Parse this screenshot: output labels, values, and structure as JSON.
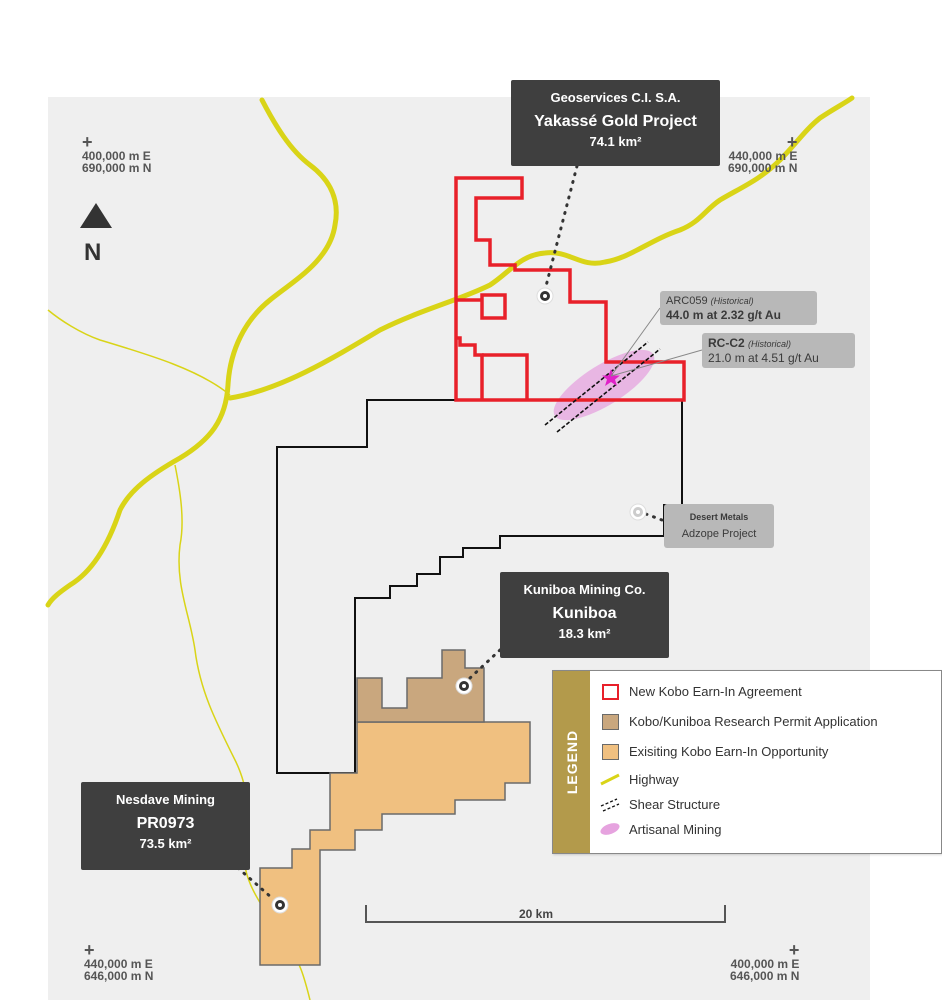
{
  "north": {
    "label": "N"
  },
  "coords": {
    "top_left": [
      "400,000 m E",
      "690,000 m N"
    ],
    "top_right": [
      "440,000 m E",
      "690,000 m N"
    ],
    "bottom_left": [
      "440,000 m E",
      "646,000 m N"
    ],
    "bottom_right": [
      "400,000 m E",
      "646,000 m N"
    ]
  },
  "callouts": {
    "yakasse": {
      "company": "Geoservices C.I. S.A.",
      "name": "Yakassé Gold Project",
      "area": "74.1 km²"
    },
    "kuniboa": {
      "company": "Kuniboa Mining Co.",
      "name": "Kuniboa",
      "area": "18.3 km²"
    },
    "nesdave": {
      "company": "Nesdave Mining",
      "name": "PR0973",
      "area": "73.5 km²"
    }
  },
  "drillholes": {
    "arc059": {
      "id": "ARC059",
      "tag": "(Historical)",
      "result": "44.0 m at 2.32 g/t Au"
    },
    "rcc2": {
      "id": "RC-C2",
      "tag": "(Historical)",
      "result": "21.0 m at 4.51 g/t Au"
    }
  },
  "desert": {
    "company": "Desert Metals",
    "project": "Adzope Project"
  },
  "scale": {
    "label": "20 km"
  },
  "legend": {
    "title": "LEGEND",
    "items": [
      "New Kobo Earn-In Agreement",
      "Kobo/Kuniboa Research Permit Application",
      "Exisiting Kobo Earn-In Opportunity",
      "Highway",
      "Shear Structure",
      "Artisanal Mining"
    ]
  },
  "colors": {
    "map_bg": "#efefef",
    "new_kobo": "#e8202a",
    "kuniboa_permit": "#c9a77e",
    "existing_kobo": "#f0c080",
    "highway": "#d9d417",
    "artisanal": "#e6a3df",
    "legend_bar": "#b39a4b",
    "callout_bg": "#3f3f3f"
  }
}
